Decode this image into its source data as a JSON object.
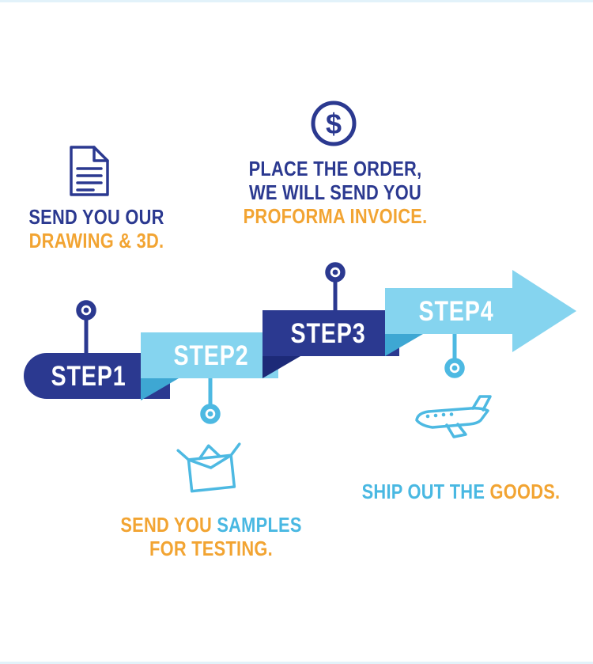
{
  "colors": {
    "navy": "#2b3990",
    "navy_dark": "#1d2a78",
    "cyan": "#85d4ef",
    "cyan_dark": "#3ea7d3",
    "cyan_icon": "#4db9e2",
    "orange": "#f2a432",
    "white": "#ffffff",
    "background": "#ffffff"
  },
  "steps": [
    {
      "label": "STEP1",
      "color": "#2b3990"
    },
    {
      "label": "STEP2",
      "color": "#85d4ef"
    },
    {
      "label": "STEP3",
      "color": "#2b3990"
    },
    {
      "label": "STEP4",
      "color": "#85d4ef"
    }
  ],
  "captions": {
    "drawing": {
      "line1": "SEND YOU OUR",
      "line2": "DRAWING & 3D."
    },
    "order": {
      "line1": "PLACE THE ORDER,",
      "line2": "WE WILL SEND YOU",
      "line3": "PROFORMA INVOICE."
    },
    "samples": {
      "line1_orange": "SEND YOU",
      "line1_cyan": "SAMPLES",
      "line2": "FOR TESTING."
    },
    "ship": {
      "part_cyan": "SHIP OUT THE",
      "part_orange": "GOODS."
    }
  },
  "icons": {
    "step1": "document-icon",
    "step2": "package-box-icon",
    "step3": "dollar-coin-icon",
    "step4": "airplane-icon",
    "dollar_glyph": "$"
  }
}
